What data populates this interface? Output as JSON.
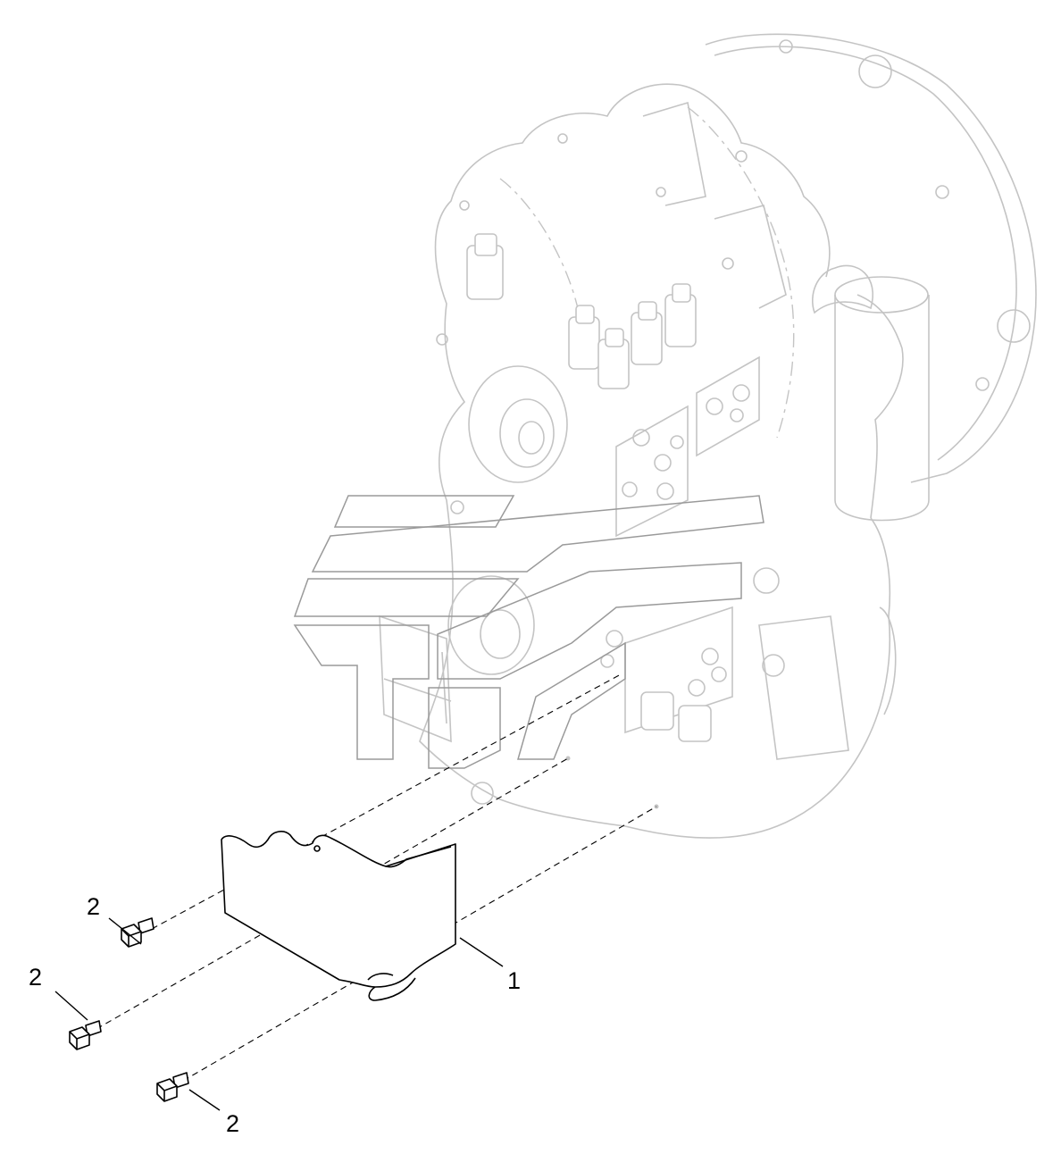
{
  "callouts": [
    {
      "id": "shield",
      "label": "1"
    },
    {
      "id": "bolt-a",
      "label": "2"
    },
    {
      "id": "bolt-b",
      "label": "2"
    },
    {
      "id": "bolt-c",
      "label": "2"
    }
  ],
  "colors": {
    "background": "#ffffff",
    "part_line": "#000000",
    "context_line": "#c4c4c4",
    "watermark": "#9a9a9a"
  }
}
